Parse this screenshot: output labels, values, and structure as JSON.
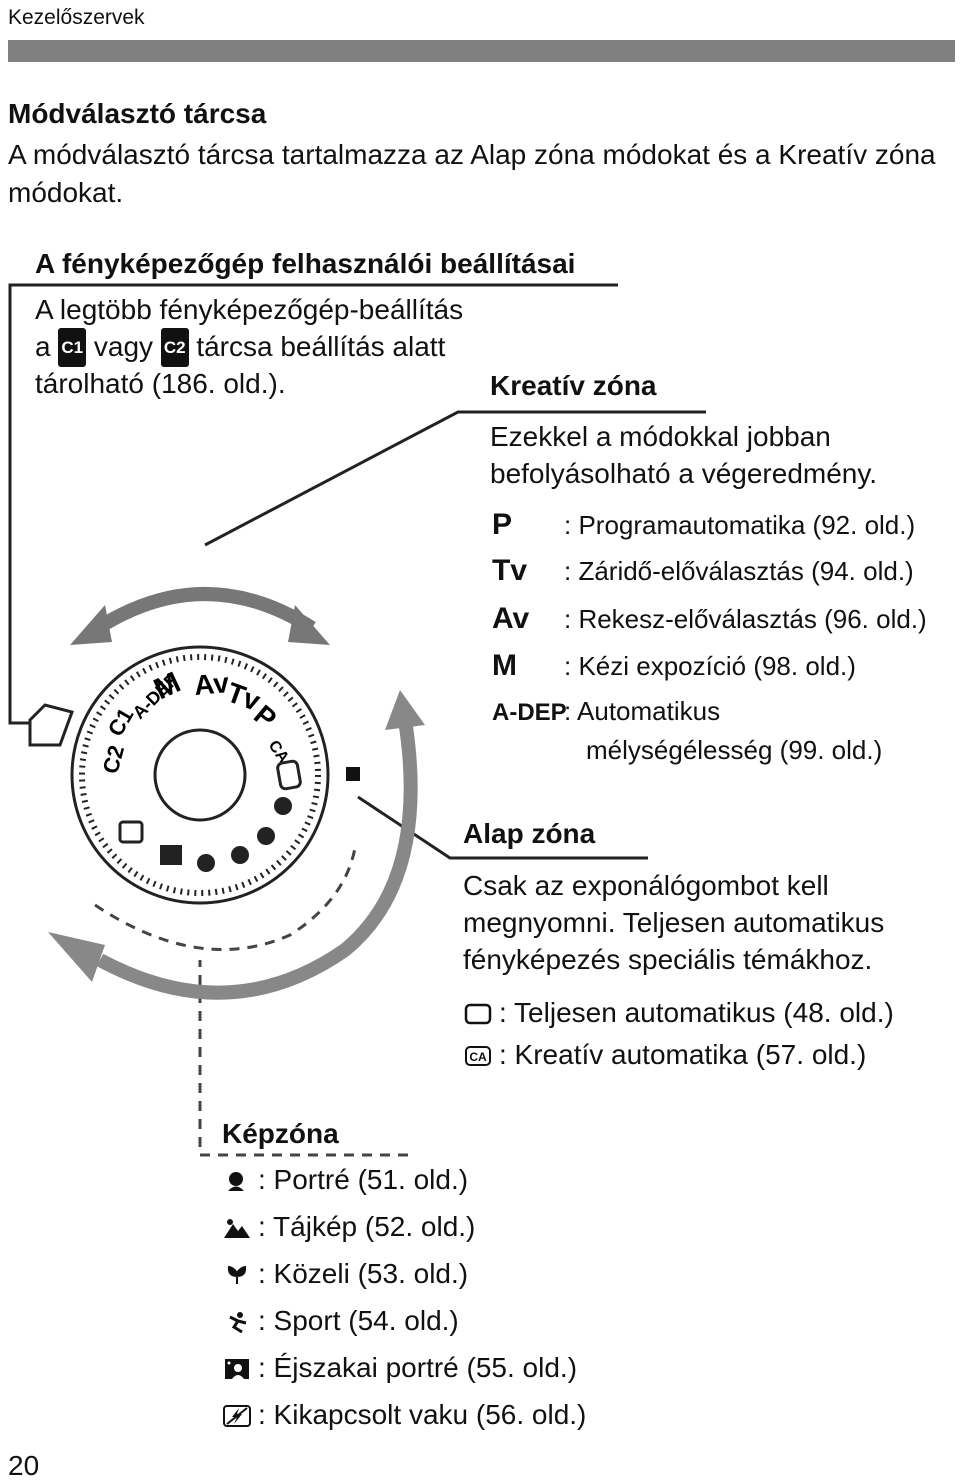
{
  "header": "Kezelőszervek",
  "page_number": "20",
  "intro": {
    "title": "Módválasztó tárcsa",
    "text": "A módválasztó tárcsa tartalmazza az Alap zóna módokat és a Kreatív zóna módokat."
  },
  "custom": {
    "title": "A fényképezőgép felhasználói beállításai",
    "line1": "A legtöbb fényképezőgép-beállítás",
    "line2_a": "a",
    "line2_b": "vagy",
    "line2_c": "tárcsa beállítás alatt",
    "line3": "tárolható (186. old.).",
    "c1": "C1",
    "c2": "C2"
  },
  "creative": {
    "title": "Kreatív zóna",
    "desc1": "Ezekkel a módokkal jobban",
    "desc2": "befolyásolható a végeredmény.",
    "modes": [
      {
        "symbol": "P",
        "label": ": Programautomatika (92. old.)"
      },
      {
        "symbol": "Tv",
        "label": ": Záridő-előválasztás (94. old.)"
      },
      {
        "symbol": "Av",
        "label": ": Rekesz-előválasztás (96. old.)"
      },
      {
        "symbol": "M",
        "label": ": Kézi expozíció (98. old.)"
      },
      {
        "symbol": "A-DEP",
        "label": ": Automatikus",
        "label2": "mélységélesség (99. old.)"
      }
    ]
  },
  "basic": {
    "title": "Alap zóna",
    "desc1": "Csak az exponálógombot kell",
    "desc2": "megnyomni. Teljesen automatikus",
    "desc3": "fényképezés speciális témákhoz.",
    "modes": [
      {
        "icon": "full-auto-icon",
        "label": ": Teljesen automatikus (48. old.)"
      },
      {
        "icon": "creative-auto-icon",
        "label": ": Kreatív automatika (57. old.)"
      }
    ]
  },
  "image_zone": {
    "title": "Képzóna",
    "modes": [
      {
        "icon": "portrait-icon",
        "label": ": Portré (51. old.)"
      },
      {
        "icon": "landscape-icon",
        "label": ": Tájkép (52. old.)"
      },
      {
        "icon": "closeup-icon",
        "label": ": Közeli (53. old.)"
      },
      {
        "icon": "sports-icon",
        "label": ": Sport (54. old.)"
      },
      {
        "icon": "night-portrait-icon",
        "label": ": Éjszakai portré (55. old.)"
      },
      {
        "icon": "flash-off-icon",
        "label": ": Kikapcsolt vaku (56. old.)"
      }
    ]
  },
  "dial": {
    "labels": [
      "C2",
      "C1",
      "A-DEP",
      "M",
      "Av",
      "Tv",
      "P",
      "CA"
    ]
  }
}
